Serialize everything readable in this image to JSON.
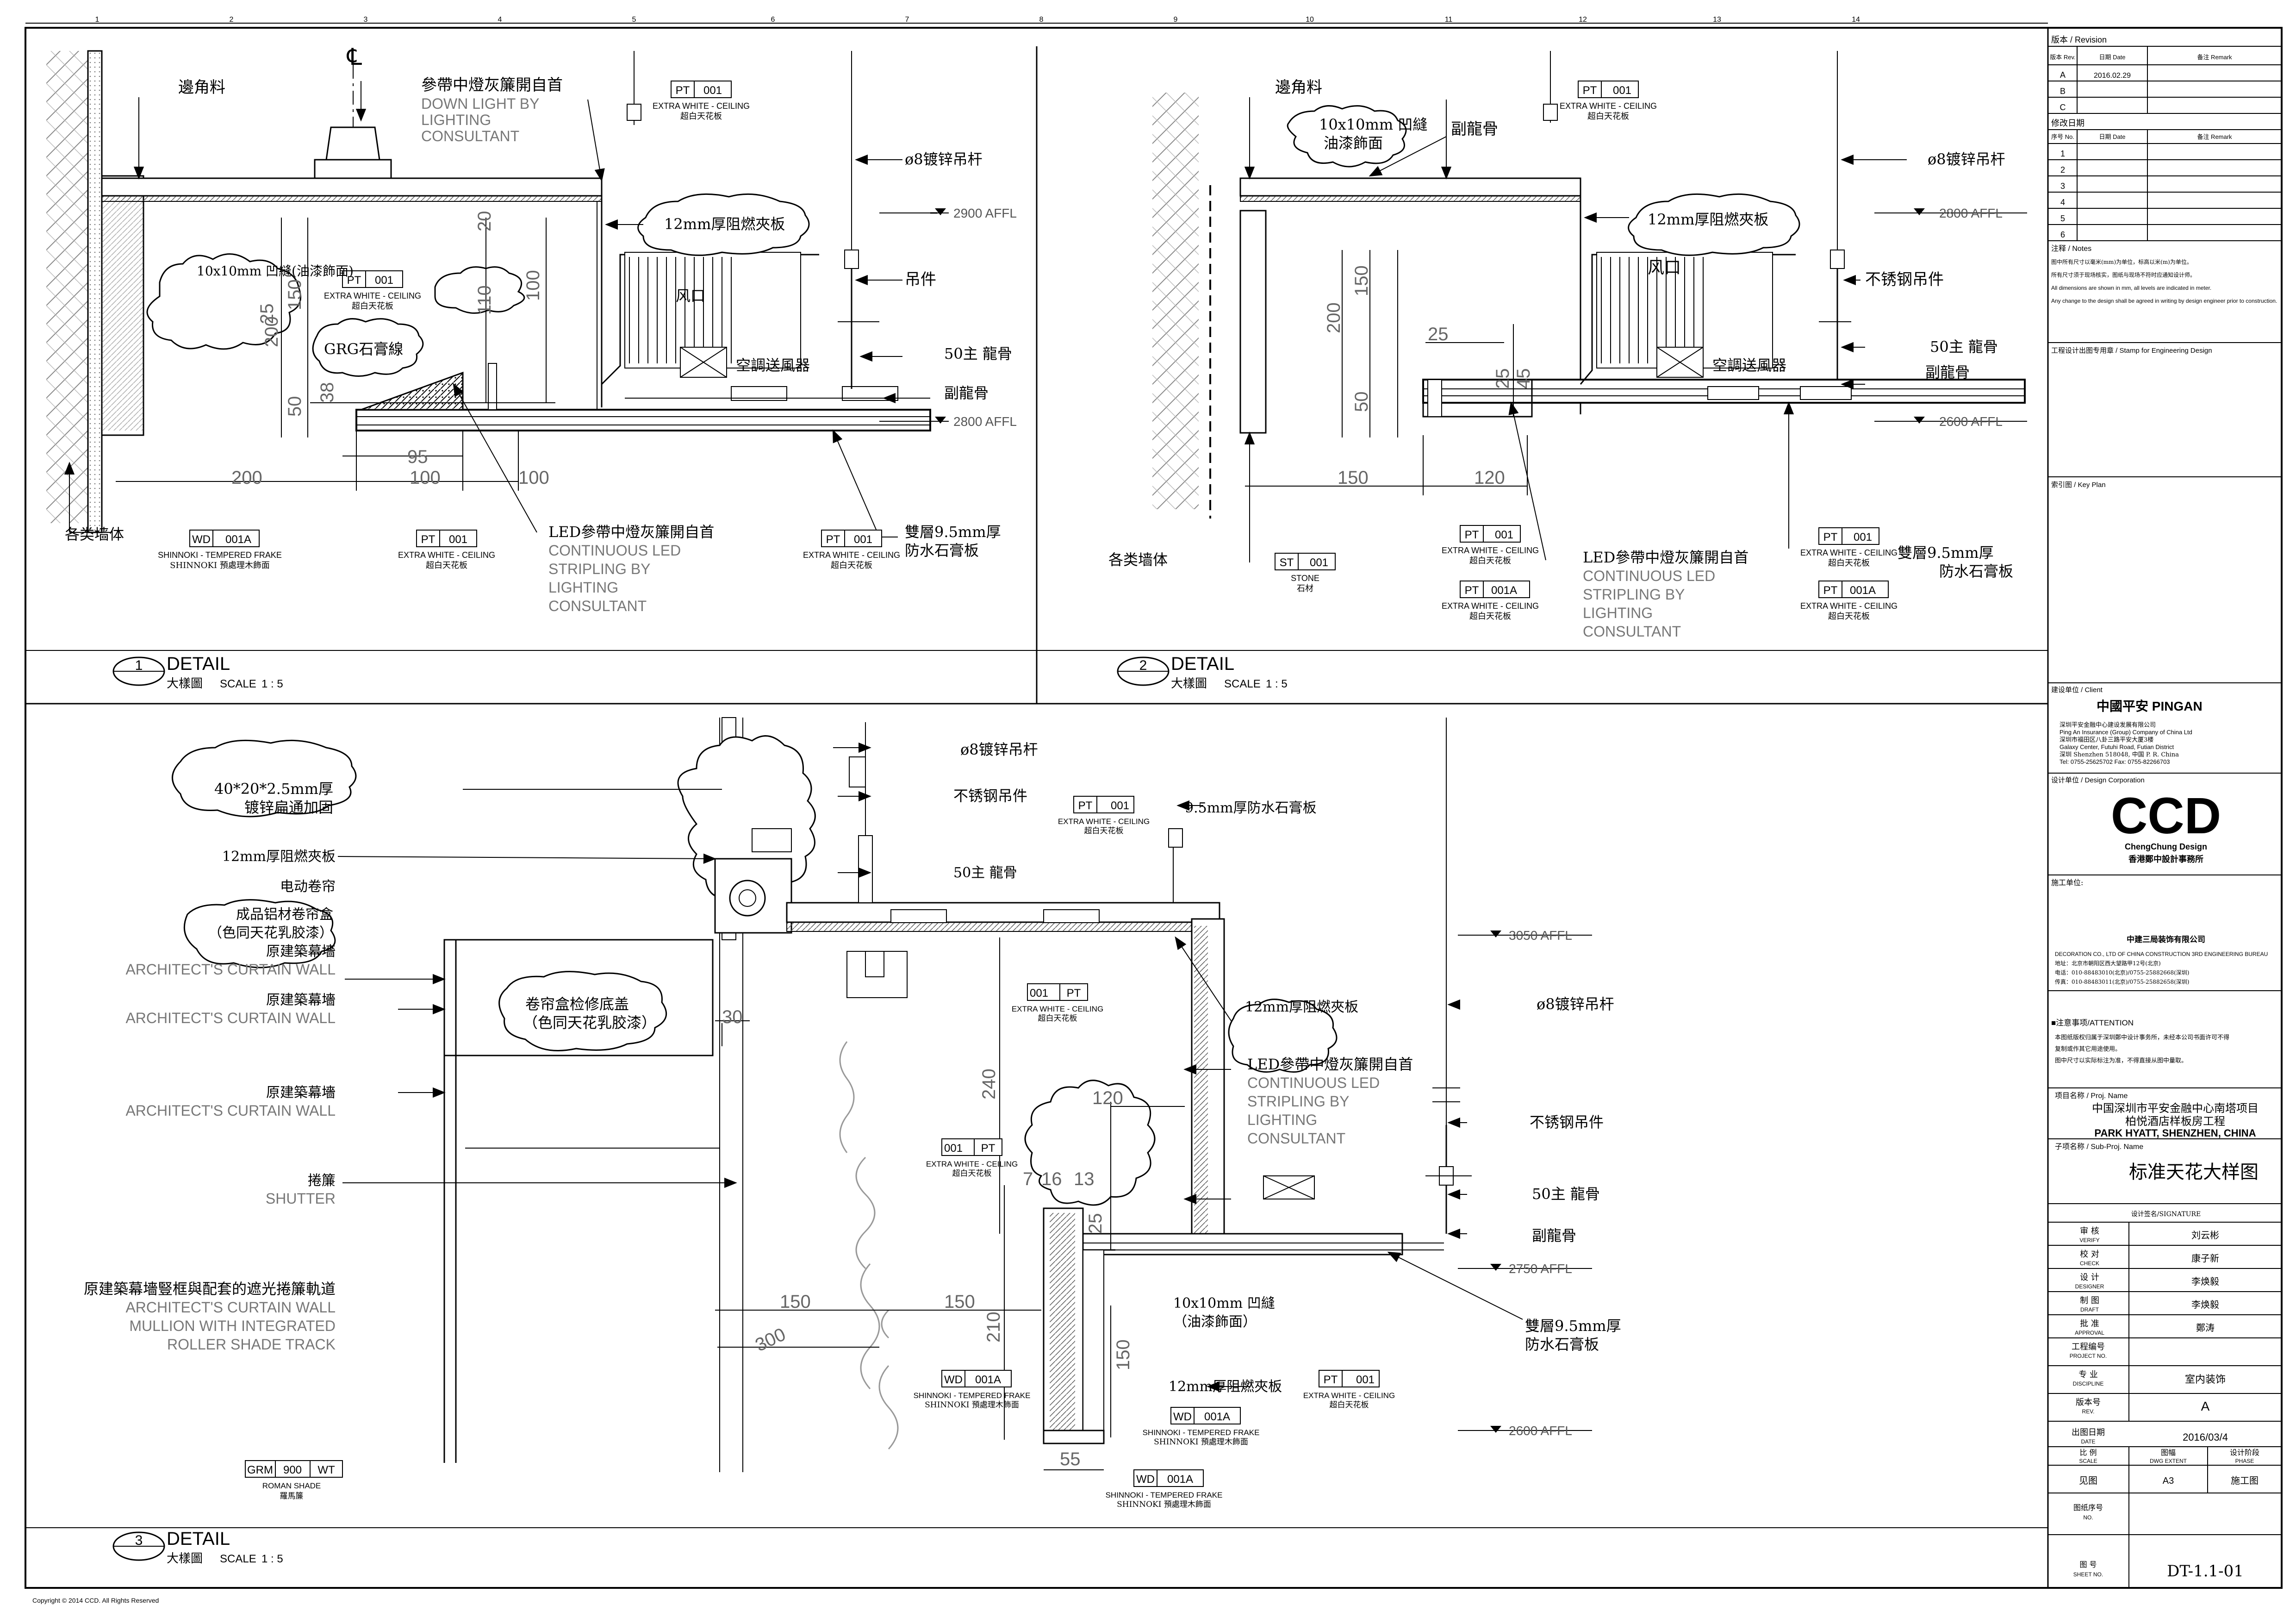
{
  "sheet": {
    "grid_numbers": [
      "1",
      "2",
      "3",
      "4",
      "5",
      "6",
      "7",
      "8",
      "9",
      "10",
      "11",
      "12",
      "13",
      "14"
    ],
    "copyright": "Copyright © 2014 CCD. All Rights Reserved"
  },
  "details": [
    {
      "number": "1",
      "title": "DETAIL",
      "subtitle": "大樣圖",
      "scale_label": "SCALE",
      "scale": "1 : 5"
    },
    {
      "number": "2",
      "title": "DETAIL",
      "subtitle": "大樣圖",
      "scale_label": "SCALE",
      "scale": "1 : 5"
    },
    {
      "number": "3",
      "title": "DETAIL",
      "subtitle": "大樣圖",
      "scale_label": "SCALE",
      "scale": "1 : 5"
    }
  ],
  "detail1": {
    "labels": {
      "edge_strip": "邊角料",
      "downlight": "參帶中燈灰簾開自首",
      "downlight_en1": "DOWN LIGHT BY",
      "downlight_en2": "LIGHTING",
      "downlight_en3": "CONSULTANT",
      "groove": "10x10mm 凹縫(油漆飾面)",
      "grg": "GRG石膏線",
      "fire_board": "12mm厚阻燃夾板",
      "rod": "ø8镀锌吊杆",
      "hanger": "吊件",
      "keel": "50主 龍骨",
      "sub_keel": "副龍骨",
      "diffuser": "空調送風器",
      "gypsum": "雙層9.5mm厚",
      "gypsum2": "防水石膏板",
      "wall": "各类墙体",
      "led": "LED參帶中燈灰簾開自首",
      "led_en1": "CONTINUOUS LED",
      "led_en2": "STRIPLING BY",
      "led_en3": "LIGHTING",
      "led_en4": "CONSULTANT",
      "wind": "风口",
      "centerline": "℄"
    },
    "levels": [
      "2900 AFFL",
      "2800 AFFL"
    ],
    "dims": [
      "200",
      "100",
      "100",
      "95",
      "110",
      "100",
      "20",
      "25",
      "150",
      "50",
      "38",
      "200"
    ],
    "tags": [
      {
        "code": "PT",
        "num": "001",
        "desc1": "EXTRA WHITE - CEILING",
        "desc2": "超白天花板"
      },
      {
        "code": "PT",
        "num": "001",
        "desc1": "EXTRA WHITE - CEILING",
        "desc2": "超白天花板"
      },
      {
        "code": "PT",
        "num": "001",
        "desc1": "EXTRA WHITE - CEILING",
        "desc2": "超白天花板"
      },
      {
        "code": "PT",
        "num": "001",
        "desc1": "EXTRA WHITE - CEILING",
        "desc2": "超白天花板"
      },
      {
        "code": "WD",
        "num": "001A",
        "desc1": "SHINNOKI - TEMPERED FRAKE",
        "desc2": "SHINNOKI 預處理木飾面"
      }
    ]
  },
  "detail2": {
    "labels": {
      "edge_strip": "邊角料",
      "groove": "10x10mm 凹縫",
      "groove2": "油漆飾面",
      "sub_keel_top": "副龍骨",
      "fire_board": "12mm厚阻燃夾板",
      "rod": "ø8镀锌吊杆",
      "hanger": "不锈钢吊件",
      "keel": "50主 龍骨",
      "sub_keel": "副龍骨",
      "diffuser": "空調送風器",
      "wind": "风口",
      "gypsum": "雙層9.5mm厚",
      "gypsum2": "防水石膏板",
      "wall": "各类墙体",
      "led": "LED參帶中燈灰簾開自首",
      "led_en1": "CONTINUOUS LED",
      "led_en2": "STRIPLING BY",
      "led_en3": "LIGHTING",
      "led_en4": "CONSULTANT"
    },
    "levels": [
      "2800 AFFL",
      "2600 AFFL"
    ],
    "dims": [
      "200",
      "150",
      "25",
      "25",
      "50",
      "45",
      "150",
      "120"
    ],
    "tags": [
      {
        "code": "PT",
        "num": "001",
        "desc1": "EXTRA WHITE - CEILING",
        "desc2": "超白天花板"
      },
      {
        "code": "PT",
        "num": "001",
        "desc1": "EXTRA WHITE - CEILING",
        "desc2": "超白天花板"
      },
      {
        "code": "PT",
        "num": "001A",
        "desc1": "EXTRA WHITE - CEILING",
        "desc2": "超白天花板"
      },
      {
        "code": "PT",
        "num": "001",
        "desc1": "EXTRA WHITE - CEILING",
        "desc2": "超白天花板"
      },
      {
        "code": "PT",
        "num": "001A",
        "desc1": "EXTRA WHITE - CEILING",
        "desc2": "超白天花板"
      },
      {
        "code": "ST",
        "num": "001",
        "desc1": "STONE",
        "desc2": "石材"
      }
    ]
  },
  "detail3": {
    "labels": {
      "cloud1a": "40*20*2.5mm厚",
      "cloud1b": "镀锌扁通加固",
      "fire_board": "12mm厚阻燃夾板",
      "motor_blind": "电动卷帘",
      "blind_box": "成品铝材卷帘盒",
      "blind_box2": "（色同天花乳胶漆）",
      "curtain_wall": "原建築幕墻",
      "curtain_wall_en": "ARCHITECT'S CURTAIN WALL",
      "shutter": "捲簾",
      "shutter_en": "SHUTTER",
      "mullion": "原建築幕墻豎框與配套的遮光捲簾軌道",
      "mullion_en1": "ARCHITECT'S CURTAIN WALL",
      "mullion_en2": "MULLION WITH INTEGRATED",
      "mullion_en3": "ROLLER SHADE TRACK",
      "access_cover": "卷帘盒检修底盖",
      "access_cover2": "（色同天花乳胶漆）",
      "rod": "ø8镀锌吊杆",
      "hanger": "不锈钢吊件",
      "gypsum_top": "9.5mm厚防水石膏板",
      "keel": "50主 龍骨",
      "fire_board2": "12mm厚阻燃夾板",
      "led": "LED參帶中燈灰簾開自首",
      "led_en1": "CONTINUOUS LED",
      "led_en2": "STRIPLING BY",
      "led_en3": "LIGHTING",
      "led_en4": "CONSULTANT",
      "rod2": "ø8镀锌吊杆",
      "hanger2": "不锈钢吊件",
      "keel2": "50主 龍骨",
      "sub_keel": "副龍骨",
      "groove": "10x10mm 凹縫",
      "groove2": "（油漆飾面）",
      "gypsum": "雙層9.5mm厚",
      "gypsum2": "防水石膏板",
      "fire_board3": "12mm厚阻燃夾板",
      "roman_shade": "ROMAN SHADE",
      "roman_shade2": "羅馬簾"
    },
    "levels": [
      "3050 AFFL",
      "2750 AFFL",
      "2600 AFFL"
    ],
    "dims": [
      "240",
      "120",
      "7",
      "16",
      "13",
      "25",
      "150",
      "150",
      "300",
      "210",
      "150",
      "55",
      "30"
    ],
    "tags": [
      {
        "code": "PT",
        "num": "001",
        "desc1": "EXTRA WHITE - CEILING",
        "desc2": "超白天花板"
      },
      {
        "code": "001",
        "num": "PT",
        "desc1": "EXTRA WHITE - CEILING",
        "desc2": "超白天花板"
      },
      {
        "code": "001",
        "num": "PT",
        "desc1": "EXTRA WHITE - CEILING",
        "desc2": "超白天花板"
      },
      {
        "code": "PT",
        "num": "001",
        "desc1": "EXTRA WHITE - CEILING",
        "desc2": "超白天花板"
      },
      {
        "code": "WD",
        "num": "001A",
        "desc1": "SHINNOKI - TEMPERED FRAKE",
        "desc2": "SHINNOKI 預處理木飾面"
      },
      {
        "code": "WD",
        "num": "001A",
        "desc1": "SHINNOKI - TEMPERED FRAKE",
        "desc2": "SHINNOKI 預處理木飾面"
      },
      {
        "code": "WD",
        "num": "001A",
        "desc1": "SHINNOKI - TEMPERED FRAKE",
        "desc2": "SHINNOKI 預處理木飾面"
      },
      {
        "code": "GRM",
        "num": "900",
        "code2": "WT",
        "desc1": "ROMAN SHADE",
        "desc2": "羅馬簾"
      }
    ]
  },
  "title_block": {
    "revision_title": "版本 / Revision",
    "rev_headers": [
      "版本 Rev.",
      "日期 Date",
      "备注 Remark"
    ],
    "revisions": [
      [
        "A",
        "2016.02.29",
        ""
      ],
      [
        "B",
        "",
        ""
      ],
      [
        "C",
        "",
        ""
      ]
    ],
    "modify_title": "修改日期",
    "mod_headers": [
      "序号 No.",
      "日期 Date",
      "备注 Remark"
    ],
    "modifications": [
      "1",
      "2",
      "3",
      "4",
      "5",
      "6"
    ],
    "notes_title": "注释 / Notes",
    "notes": [
      "图中所有尺寸以毫米(mm)为单位，标高以米(m)为单位。",
      "所有尺寸须于现场核实，图纸与现场不符时应通知设计师。",
      "All dimensions are shown in mm, all levels are indicated in meter.",
      "Any change to the design shall be agreed in writing by design engineer prior to construction."
    ],
    "stamp_title": "工程设计出图专用章 / Stamp for Engineering Design",
    "keyplan_title": "索引图 / Key Plan",
    "client_title": "建设单位 / Client",
    "client_name": "中國平安 PINGAN",
    "client_lines": [
      "深圳平安金融中心建设发展有限公司",
      "Ping An Insurance (Group) Company of China Ltd",
      "深圳市福田区八卦三路平安大厦3楼",
      "Galaxy Center, Futuhi Road, Futian District",
      "深圳 Shenzhen 518048, 中国 P. R. China",
      "Tel: 0755-25625702 Fax: 0755-82266703"
    ],
    "design_title": "设计单位 / Design Corporation",
    "ccd_logo": "CCD",
    "ccd_sub": "ChengChung Design",
    "ccd_cn": "香港鄭中設計事務所",
    "contractor_title": "施工单位:",
    "contractor_name": "中建三局装饰有限公司",
    "contractor_lines": [
      "DECORATION CO., LTD OF CHINA CONSTRUCTION 3RD ENGINEERING BUREAU",
      "地址：北京市朝阳区西大望路甲12号(北京)",
      "电话：010-88483010(北京)/0755-25882668(深圳)",
      "传真：010-88483011(北京)/0755-25882658(深圳)"
    ],
    "attention_title": "■注意事项/ATTENTION",
    "attention_lines": [
      "本图纸版权归属于深圳鄭中设计事务所，未经本公司书面许可不得",
      "复制或作其它用途使用。",
      "图中尺寸以实际标注为准，不得直接从图中量取。"
    ],
    "project_title": "项目名称 / Proj. Name",
    "project_name_cn": "中国深圳市平安金融中心南塔项目",
    "project_name_cn2": "柏悦酒店样板房工程",
    "project_name_en": "PARK HYATT, SHENZHEN, CHINA",
    "subproj_title": "子项名称 / Sub-Proj. Name",
    "subproj_name": "标准天花大样图",
    "signature_title": "设计签名/SIGNATURE",
    "signatures": [
      {
        "role": "审 核",
        "role_en": "VERIFY",
        "name": "刘云彬"
      },
      {
        "role": "校 对",
        "role_en": "CHECK",
        "name": "康子新"
      },
      {
        "role": "设 计",
        "role_en": "DESIGNER",
        "name": "李焕毅"
      },
      {
        "role": "制 图",
        "role_en": "DRAFT",
        "name": "李焕毅"
      },
      {
        "role": "批 准",
        "role_en": "APPROVAL",
        "name": "鄭涛"
      }
    ],
    "info_rows": [
      {
        "label": "工程编号",
        "label_en": "PROJECT NO.",
        "value": ""
      },
      {
        "label": "专 业",
        "label_en": "DISCIPLINE",
        "value": "室内装饰"
      },
      {
        "label": "版本号",
        "label_en": "REV.",
        "value": "A"
      },
      {
        "label": "出图日期",
        "label_en": "DATE",
        "value": "2016/03/4"
      }
    ],
    "scale_headers": [
      {
        "label": "比 例",
        "label_en": "SCALE"
      },
      {
        "label": "图幅",
        "label_en": "DWG EXTENT"
      },
      {
        "label": "设计阶段",
        "label_en": "PHASE"
      }
    ],
    "scale_values": [
      "见图",
      "A3",
      "施工图"
    ],
    "drawing_no_label": "图纸序号",
    "drawing_no_label_en": "NO.",
    "sheet_no_label": "图 号",
    "sheet_no_label_en": "SHEET NO.",
    "sheet_no": "DT-1.1-01"
  }
}
